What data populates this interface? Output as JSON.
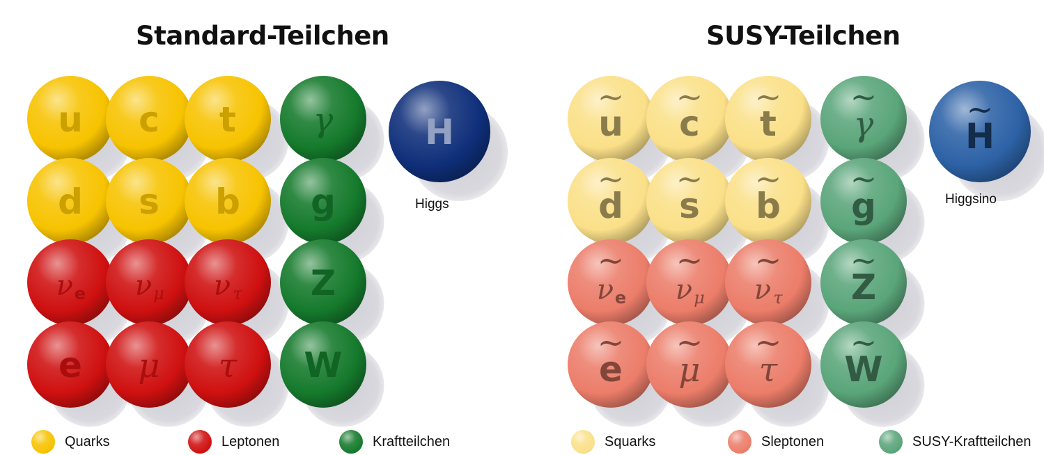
{
  "titles": {
    "standard": "Standard-Teilchen",
    "susy": "SUSY-Teilchen"
  },
  "captions": {
    "higgs": "Higgs",
    "higgsino": "Higgsino"
  },
  "colors": {
    "quark": "#f7c300",
    "lepton": "#cf1010",
    "force": "#157a2c",
    "higgs": "#0f2f7a",
    "squark": "#fbe089",
    "slepton": "#ec7d6a",
    "susy_force": "#5aa57a",
    "higgsino": "#2d62a6"
  },
  "legend": {
    "standard": [
      "Quarks",
      "Leptonen",
      "Kraftteilchen"
    ],
    "susy": [
      "Squarks",
      "Sleptonen",
      "SUSY-Kraftteilchen"
    ]
  },
  "particles": {
    "standard": [
      {
        "id": "u",
        "sym": "u",
        "sub": "",
        "kind": "quark",
        "greek": false
      },
      {
        "id": "c",
        "sym": "c",
        "sub": "",
        "kind": "quark",
        "greek": false
      },
      {
        "id": "t",
        "sym": "t",
        "sub": "",
        "kind": "quark",
        "greek": false
      },
      {
        "id": "gamma",
        "sym": "γ",
        "sub": "",
        "kind": "force",
        "greek": true
      },
      {
        "id": "d",
        "sym": "d",
        "sub": "",
        "kind": "quark",
        "greek": false
      },
      {
        "id": "s",
        "sym": "s",
        "sub": "",
        "kind": "quark",
        "greek": false
      },
      {
        "id": "b",
        "sym": "b",
        "sub": "",
        "kind": "quark",
        "greek": false
      },
      {
        "id": "g",
        "sym": "g",
        "sub": "",
        "kind": "force",
        "greek": false
      },
      {
        "id": "nu-e",
        "sym": "ν",
        "sub": "e",
        "kind": "lepton",
        "greek": true
      },
      {
        "id": "nu-mu",
        "sym": "ν",
        "sub": "μ",
        "kind": "lepton",
        "greek": true
      },
      {
        "id": "nu-tau",
        "sym": "ν",
        "sub": "τ",
        "kind": "lepton",
        "greek": true
      },
      {
        "id": "z",
        "sym": "Z",
        "sub": "",
        "kind": "force",
        "greek": false
      },
      {
        "id": "e",
        "sym": "e",
        "sub": "",
        "kind": "lepton",
        "greek": false
      },
      {
        "id": "mu",
        "sym": "μ",
        "sub": "",
        "kind": "lepton",
        "greek": true
      },
      {
        "id": "tau",
        "sym": "τ",
        "sub": "",
        "kind": "lepton",
        "greek": true
      },
      {
        "id": "w",
        "sym": "W",
        "sub": "",
        "kind": "force",
        "greek": false
      },
      {
        "id": "higgs",
        "sym": "H",
        "sub": "",
        "kind": "higgs",
        "greek": false
      }
    ],
    "susy": [
      {
        "id": "u",
        "sym": "u",
        "sub": "",
        "kind": "squark",
        "greek": false
      },
      {
        "id": "c",
        "sym": "c",
        "sub": "",
        "kind": "squark",
        "greek": false
      },
      {
        "id": "t",
        "sym": "t",
        "sub": "",
        "kind": "squark",
        "greek": false
      },
      {
        "id": "gamma",
        "sym": "γ",
        "sub": "",
        "kind": "susy_force",
        "greek": true
      },
      {
        "id": "d",
        "sym": "d",
        "sub": "",
        "kind": "squark",
        "greek": false
      },
      {
        "id": "s",
        "sym": "s",
        "sub": "",
        "kind": "squark",
        "greek": false
      },
      {
        "id": "b",
        "sym": "b",
        "sub": "",
        "kind": "squark",
        "greek": false
      },
      {
        "id": "g",
        "sym": "g",
        "sub": "",
        "kind": "susy_force",
        "greek": false
      },
      {
        "id": "nu-e",
        "sym": "ν",
        "sub": "e",
        "kind": "slepton",
        "greek": true
      },
      {
        "id": "nu-mu",
        "sym": "ν",
        "sub": "μ",
        "kind": "slepton",
        "greek": true
      },
      {
        "id": "nu-tau",
        "sym": "ν",
        "sub": "τ",
        "kind": "slepton",
        "greek": true
      },
      {
        "id": "z",
        "sym": "Z",
        "sub": "",
        "kind": "susy_force",
        "greek": false
      },
      {
        "id": "e",
        "sym": "e",
        "sub": "",
        "kind": "slepton",
        "greek": false
      },
      {
        "id": "mu",
        "sym": "μ",
        "sub": "",
        "kind": "slepton",
        "greek": true
      },
      {
        "id": "tau",
        "sym": "τ",
        "sub": "",
        "kind": "slepton",
        "greek": true
      },
      {
        "id": "w",
        "sym": "W",
        "sub": "",
        "kind": "susy_force",
        "greek": false
      },
      {
        "id": "higgs",
        "sym": "H",
        "sub": "",
        "kind": "higgsino",
        "greek": false
      }
    ]
  },
  "tilde": "~"
}
